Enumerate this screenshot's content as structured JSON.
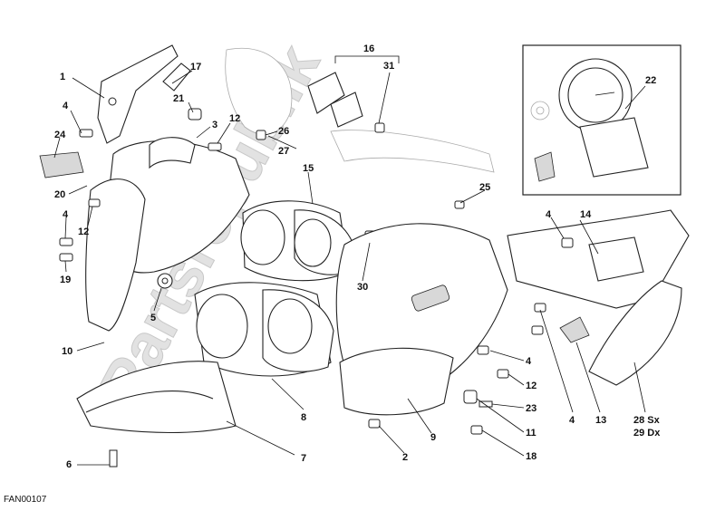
{
  "diagram": {
    "code": "FAN00107",
    "watermark": "Partsrepublik",
    "callouts": [
      {
        "id": "c1",
        "label": "1"
      },
      {
        "id": "c17",
        "label": "17"
      },
      {
        "id": "c21",
        "label": "21"
      },
      {
        "id": "c3",
        "label": "3"
      },
      {
        "id": "c4a",
        "label": "4"
      },
      {
        "id": "c24",
        "label": "24"
      },
      {
        "id": "c12a",
        "label": "12"
      },
      {
        "id": "c26",
        "label": "26"
      },
      {
        "id": "c27",
        "label": "27"
      },
      {
        "id": "c20",
        "label": "20"
      },
      {
        "id": "c12b",
        "label": "12"
      },
      {
        "id": "c4b",
        "label": "4"
      },
      {
        "id": "c19",
        "label": "19"
      },
      {
        "id": "c5",
        "label": "5"
      },
      {
        "id": "c10",
        "label": "10"
      },
      {
        "id": "c6",
        "label": "6"
      },
      {
        "id": "c16",
        "label": "16"
      },
      {
        "id": "c31",
        "label": "31"
      },
      {
        "id": "c15",
        "label": "15"
      },
      {
        "id": "c30",
        "label": "30"
      },
      {
        "id": "c8",
        "label": "8"
      },
      {
        "id": "c7",
        "label": "7"
      },
      {
        "id": "c25",
        "label": "25"
      },
      {
        "id": "c22",
        "label": "22"
      },
      {
        "id": "c4c",
        "label": "4"
      },
      {
        "id": "c14",
        "label": "14"
      },
      {
        "id": "c4d",
        "label": "4"
      },
      {
        "id": "c12c",
        "label": "12"
      },
      {
        "id": "c23",
        "label": "23"
      },
      {
        "id": "c11",
        "label": "11"
      },
      {
        "id": "c18",
        "label": "18"
      },
      {
        "id": "c9",
        "label": "9"
      },
      {
        "id": "c2",
        "label": "2"
      },
      {
        "id": "c4e",
        "label": "4"
      },
      {
        "id": "c13",
        "label": "13"
      },
      {
        "id": "c28",
        "label": "28 Sx"
      },
      {
        "id": "c29",
        "label": "29 Dx"
      }
    ]
  }
}
